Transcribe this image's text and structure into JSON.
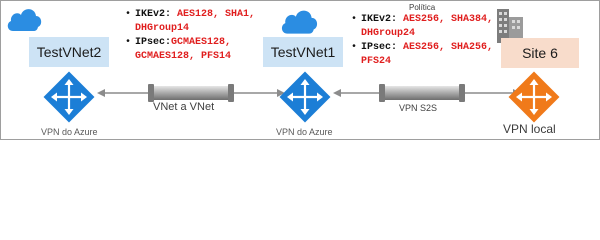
{
  "colors": {
    "azure_blue": "#1c7ed6",
    "cloud_blue": "#2b8de2",
    "vnet_fill": "#cde3f5",
    "site_fill": "#f8dccb",
    "onprem_orange": "#f07a1a",
    "policy_red": "#e01e1e"
  },
  "nodes": {
    "vnet2": {
      "label": "TestVNet2",
      "caption": "VPN do Azure"
    },
    "vnet1": {
      "label": "TestVNet1",
      "caption": "VPN do Azure"
    },
    "site6": {
      "label": "Site 6",
      "caption": "VPN local"
    }
  },
  "connections": {
    "vnet_to_vnet": {
      "label": "VNet a VNet"
    },
    "s2s": {
      "label": "VPN S2S"
    }
  },
  "policies": {
    "left": {
      "ike_key": "IKEv2:",
      "ike_line1": "AES128, SHA1,",
      "ike_line2": "DHGroup14",
      "ipsec_key": "IPsec:",
      "ipsec_line1": "GCMAES128,",
      "ipsec_line2": "GCMAES128, PFS14"
    },
    "right": {
      "title": "Política",
      "ike_key": "IKEv2:",
      "ike_line1": "AES256, SHA384,",
      "ike_line2": "DHGroup24",
      "ipsec_key": "IPsec:",
      "ipsec_line1": "AES256, SHA256,",
      "ipsec_line2": "PFS24"
    }
  },
  "icons": [
    "cloud-icon",
    "vpn-gateway-icon",
    "building-icon",
    "pipe-connector-icon",
    "double-arrow-icon"
  ]
}
